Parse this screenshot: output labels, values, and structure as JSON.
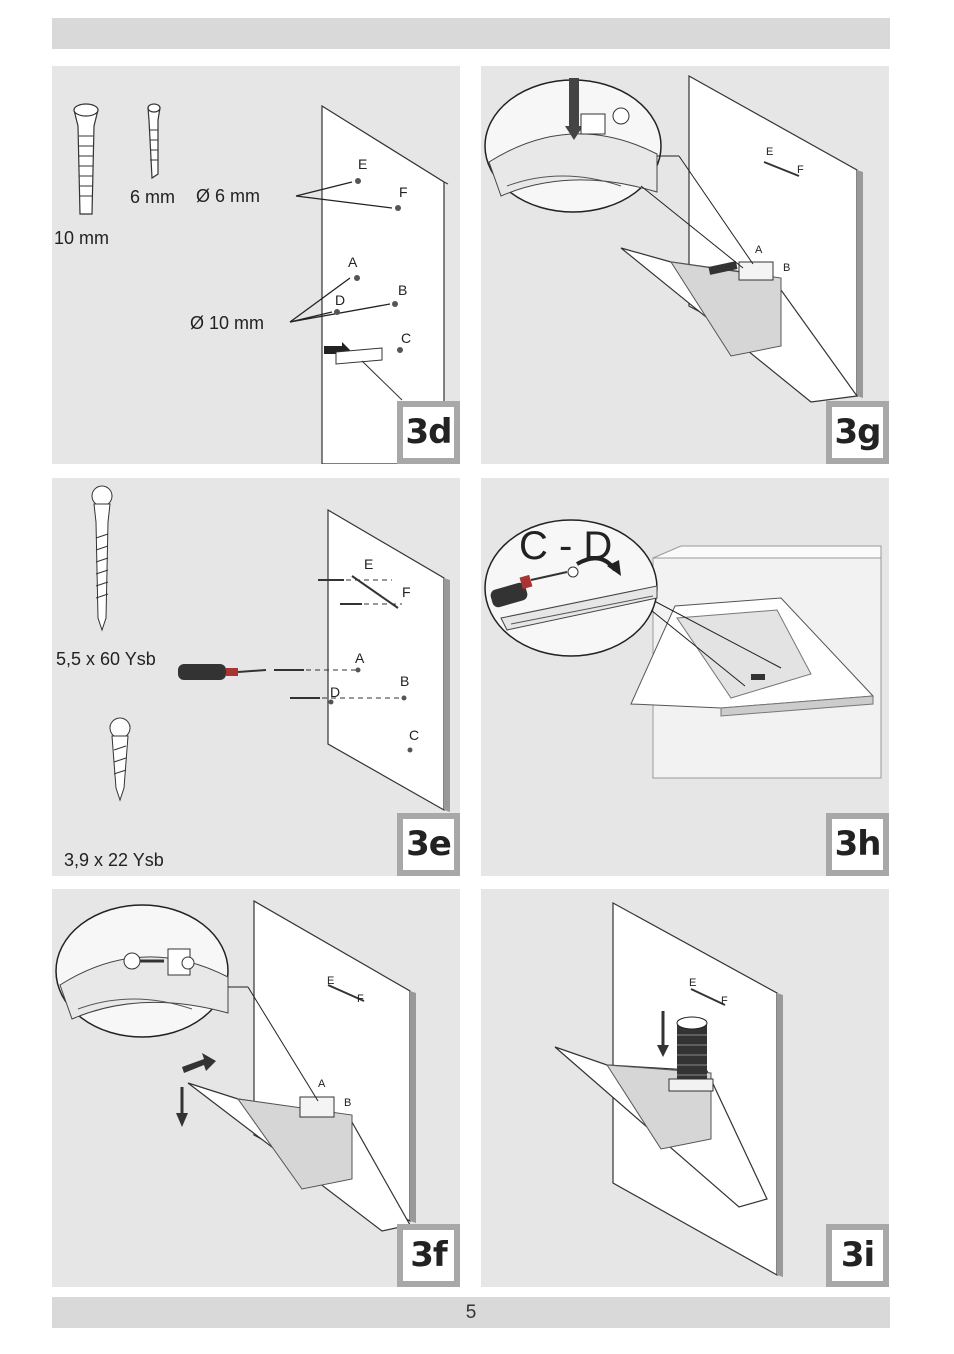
{
  "footer": {
    "page_number": "5"
  },
  "panels": {
    "3d": {
      "badge": "3d",
      "labels": {
        "plug_10mm": "10 mm",
        "plug_6mm": "6 mm",
        "drill_6mm": "Ø 6 mm",
        "drill_10mm": "Ø 10 mm"
      },
      "points": {
        "A": "A",
        "B": "B",
        "C": "C",
        "D": "D",
        "E": "E",
        "F": "F"
      }
    },
    "3g": {
      "badge": "3g",
      "points": {
        "A": "A",
        "B": "B",
        "E": "E",
        "F": "F"
      }
    },
    "3e": {
      "badge": "3e",
      "labels": {
        "screw_long": "5,5 x 60 Ysb",
        "screw_short": "3,9 x 22 Ysb"
      },
      "points": {
        "A": "A",
        "B": "B",
        "C": "C",
        "D": "D",
        "E": "E",
        "F": "F"
      }
    },
    "3h": {
      "badge": "3h",
      "label": "C - D"
    },
    "3f": {
      "badge": "3f",
      "points": {
        "A": "A",
        "B": "B",
        "E": "E",
        "F": "F"
      }
    },
    "3i": {
      "badge": "3i",
      "points": {
        "E": "E",
        "F": "F"
      }
    }
  },
  "colors": {
    "panel_bg": "#e6e6e6",
    "bar_bg": "#d9d9d9",
    "badge_frame": "#a8a8a8"
  }
}
